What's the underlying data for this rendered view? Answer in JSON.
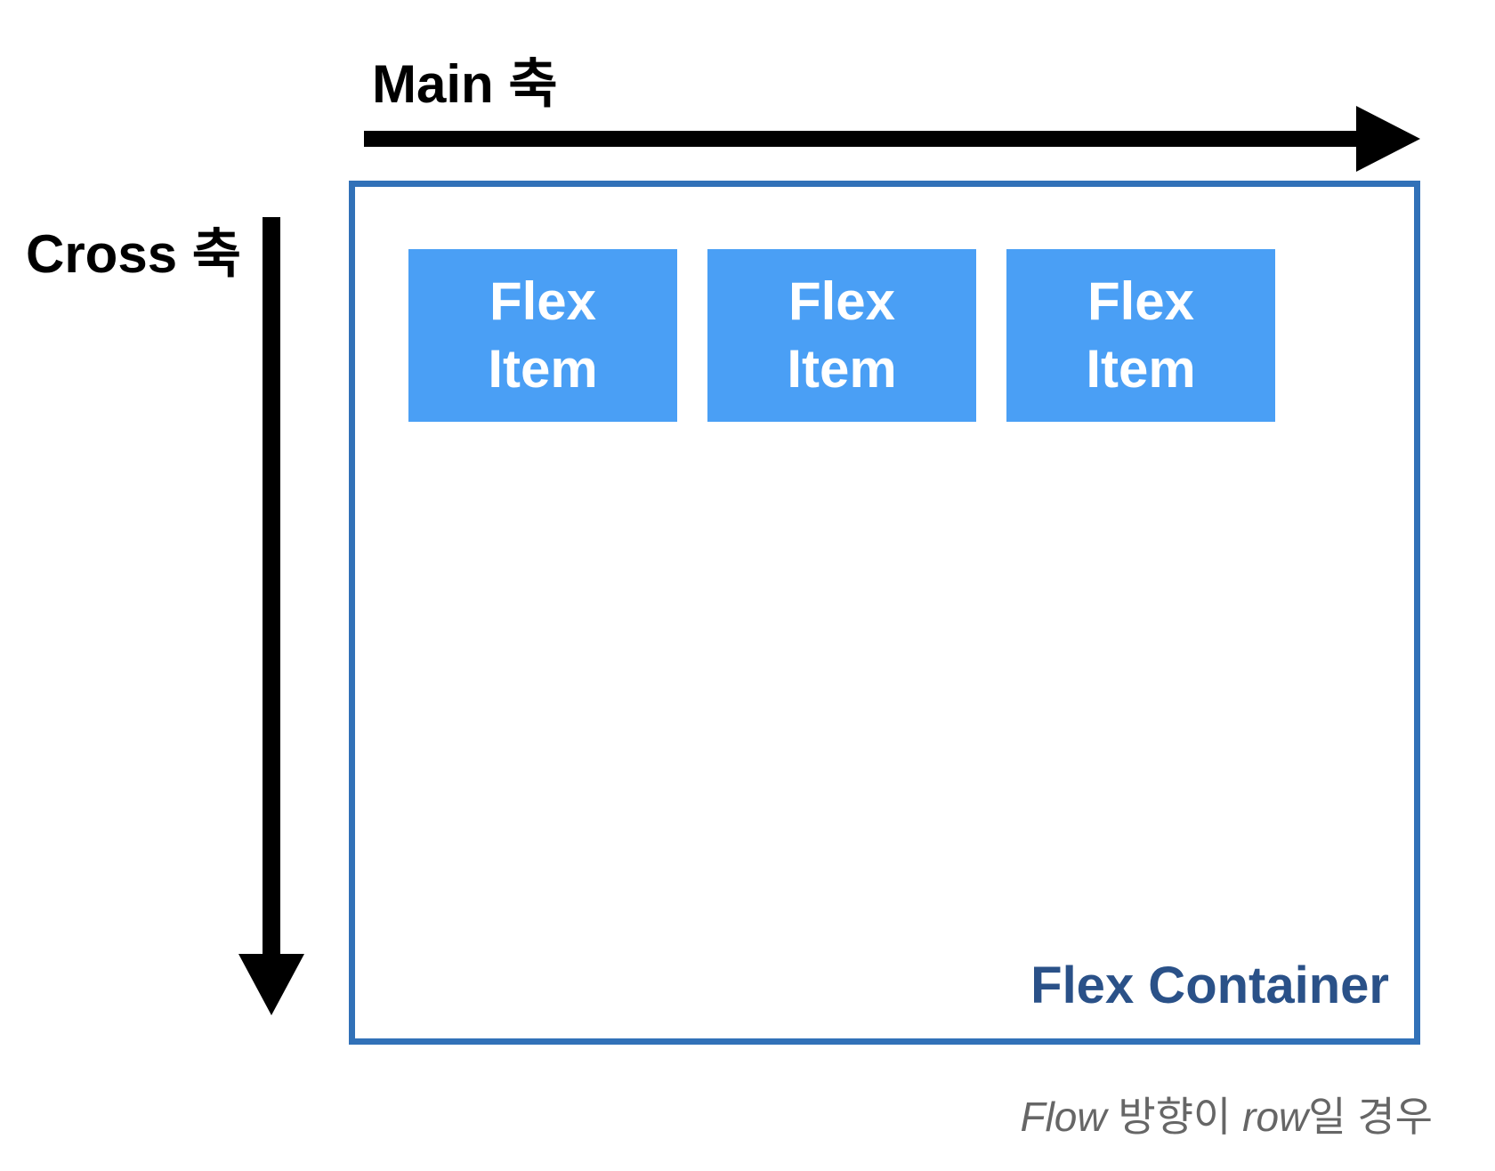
{
  "axes": {
    "main_label": "Main 축",
    "cross_label": "Cross 축"
  },
  "container": {
    "label": "Flex Container"
  },
  "items": [
    {
      "line1": "Flex",
      "line2": "Item"
    },
    {
      "line1": "Flex",
      "line2": "Item"
    },
    {
      "line1": "Flex",
      "line2": "Item"
    }
  ],
  "caption": {
    "part1": "Flow",
    "part2": " 방향이 ",
    "part3": "row",
    "part4": "일 경우"
  },
  "colors": {
    "container_border": "#3171B8",
    "item_fill": "#4A9FF5",
    "container_label": "#2A5188",
    "caption_text": "#666666",
    "arrow": "#000000"
  }
}
